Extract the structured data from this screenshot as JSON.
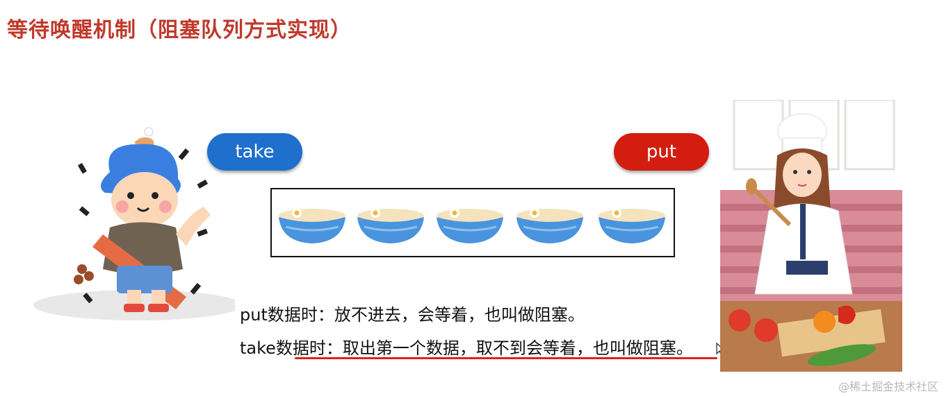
{
  "title": "等待唤醒机制（阻塞队列方式实现）",
  "buttons": {
    "take_label": "take",
    "put_label": "put"
  },
  "queue": {
    "bowl_count": 5
  },
  "description": {
    "line1": "put数据时：放不进去，会等着，也叫做阻塞。",
    "line2": "take数据时：取出第一个数据，取不到会等着，也叫做阻塞。"
  },
  "watermark": "@稀土掘金技术社区",
  "colors": {
    "title": "#c0392b",
    "take": "#1f6fcc",
    "put": "#d21d10",
    "underline": "#e0201a"
  },
  "icons": {
    "left_figure": "cartoon-boy-foodie-icon",
    "right_figure": "chef-woman-icon",
    "bowl": "noodle-bowl-icon",
    "cursor": "mouse-cursor-icon"
  }
}
